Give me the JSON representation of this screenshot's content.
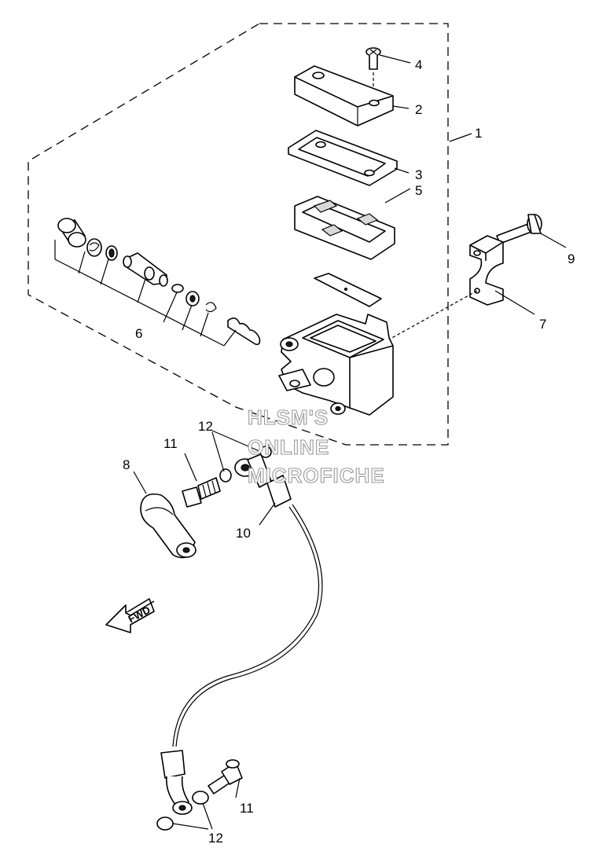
{
  "callouts": {
    "c1": "1",
    "c2": "2",
    "c3": "3",
    "c4": "4",
    "c5": "5",
    "c6": "6",
    "c7": "7",
    "c8": "8",
    "c9": "9",
    "c10": "10",
    "c11a": "11",
    "c11b": "11",
    "c12a": "12",
    "c12b": "12"
  },
  "watermark": {
    "line1": "HLSM'S",
    "line2": "ONLINE",
    "line3": "MICROFICHE"
  },
  "fwd_label": "FWD"
}
